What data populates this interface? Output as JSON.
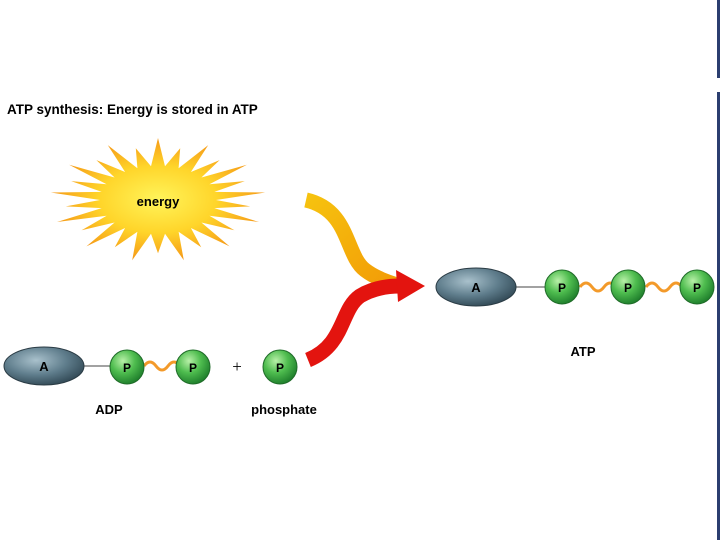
{
  "title": "ATP synthesis: Energy is stored in ATP",
  "energy_label": "energy",
  "plus_sign": "+",
  "adp": {
    "adenosine_label": "A",
    "phosphates": [
      "P",
      "P"
    ],
    "caption": "ADP"
  },
  "phosphate": {
    "symbol": "P",
    "caption": "phosphate"
  },
  "atp": {
    "adenosine_label": "A",
    "phosphates": [
      "P",
      "P",
      "P"
    ],
    "caption": "ATP"
  },
  "colors": {
    "starburst_center": "#ffe23a",
    "starburst_edge": "#f7a21b",
    "energy_arrow": "#f5b30a",
    "phosphate_arrow": "#e3140f",
    "adenosine": "#5b7a8a",
    "phosphate_ball": "#4cb84e",
    "high_energy_bond": "#f39a2a",
    "border": "#2b3e70"
  }
}
